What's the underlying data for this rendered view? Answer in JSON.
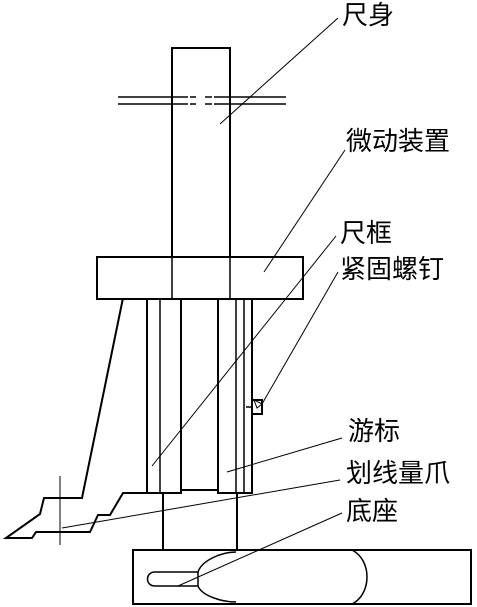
{
  "labels": {
    "ruler_body": "尺身",
    "fine_adjust": "微动装置",
    "ruler_frame": "尺框",
    "lock_screw": "紧固螺钉",
    "vernier": "游标",
    "scribing_jaw": "划线量爪",
    "base": "底座"
  }
}
